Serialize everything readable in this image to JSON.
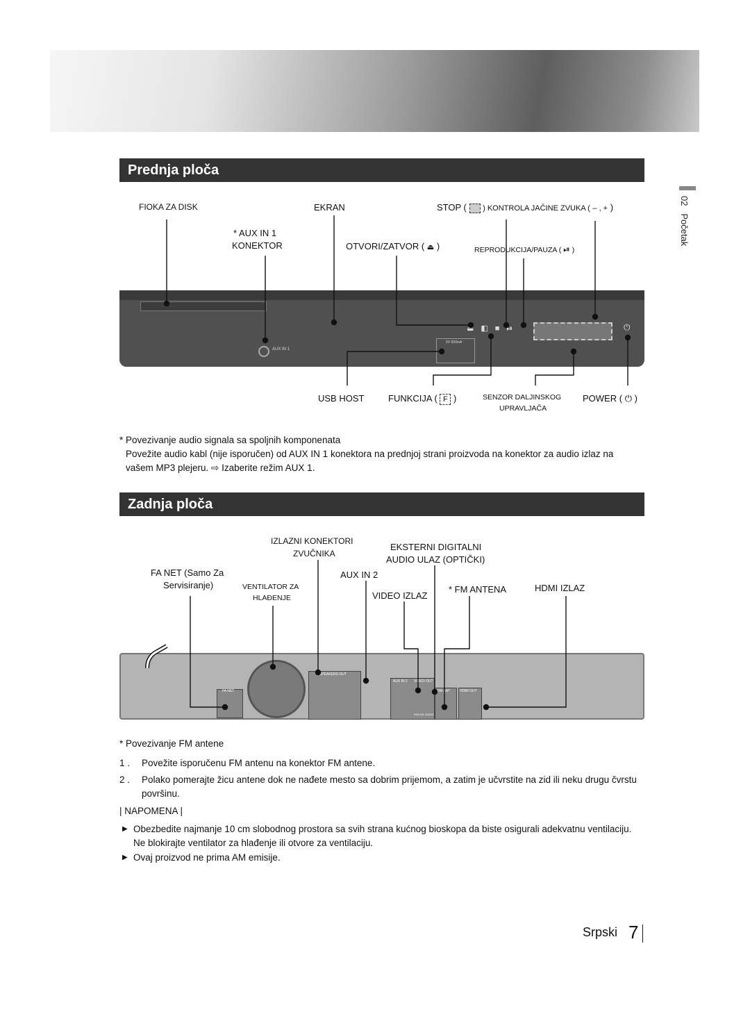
{
  "side_tab": {
    "chapter": "02",
    "title": "Početak"
  },
  "front": {
    "title": "Prednja ploča",
    "labels": {
      "fioka": "FIOKA ZA DISK",
      "ekran": "EKRAN",
      "stop": "STOP (",
      "kontrola": ") KONTROLA JAČINE ZVUKA (",
      "aux_in_1": "* AUX IN 1",
      "konektor": "KONEKTOR",
      "otvori": "OTVORI/ZATVOR (",
      "reprodukcija": "REPRODUKCIJA/PAUZA (",
      "usb_host": "USB HOST",
      "funkcija": "FUNKCIJA (",
      "senzor": "SENZOR DALJINSKOG",
      "upravljaca": "UPRAVLJAČA",
      "power": "POWER (",
      "close_paren": ")",
      "aux_small": "AUX IN 1",
      "usb_small": "5V 500mA"
    },
    "note_title": "* Povezivanje audio signala sa spoljnih komponenata",
    "note_text_1": "Povežite audio kabl (nije isporučen) od ",
    "note_bold_1": "AUX IN 1",
    "note_text_2": " konektora na prednjoj strani proizvoda na konektor za audio izlaz na vašem MP3 plejeru. ⇨ Izaberite režim ",
    "note_bold_2": "AUX 1",
    "note_text_3": "."
  },
  "rear": {
    "title": "Zadnja ploča",
    "labels": {
      "izlazni_1": "IZLAZNI KONEKTORI",
      "izlazni_2": "ZVUČNIKA",
      "eksterni_1": "EKSTERNI DIGITALNI",
      "eksterni_2": "AUDIO ULAZ (OPTIČKI)",
      "fa_net_1": "FA NET (Samo Za",
      "fa_net_2": "Servisiranje)",
      "ventilator_1": "VENTILATOR ZA",
      "ventilator_2": "HLAĐENJE",
      "aux_in_2": "AUX IN 2",
      "video_izlaz": "VIDEO IZLAZ",
      "fm_antena": "* FM ANTENA",
      "hdmi_izlaz": "HDMI IZLAZ",
      "speakers_out": "SPEAKERS OUT",
      "fa_net_small": "FA NET",
      "fm_ant_small": "FM ANT",
      "hdmi_out_small": "HDMI OUT",
      "aux2_small": "AUX IN 2",
      "video_out_small": "VIDEO OUT",
      "digital_audio_small": "DIGITAL AUDIO IN"
    },
    "fm_title": "* Povezivanje FM antene",
    "steps": [
      {
        "num": "1 .",
        "text": "Povežite isporučenu FM antenu na konektor FM antene."
      },
      {
        "num": "2 .",
        "text": "Polako pomerajte žicu antene dok ne nađete mesto sa dobrim prijemom, a zatim je učvrstite na zid ili neku drugu čvrstu površinu."
      }
    ],
    "napomena": "| NAPOMENA |",
    "bullets": [
      "Obezbedite najmanje 10 cm slobodnog prostora sa svih strana kućnog bioskopa da biste osigurali adekvatnu ventilaciju. Ne blokirajte ventilator za hlađenje ili otvore za ventilaciju.",
      "Ovaj proizvod ne prima AM emisije."
    ]
  },
  "footer": {
    "language": "Srpski",
    "page": "7"
  }
}
